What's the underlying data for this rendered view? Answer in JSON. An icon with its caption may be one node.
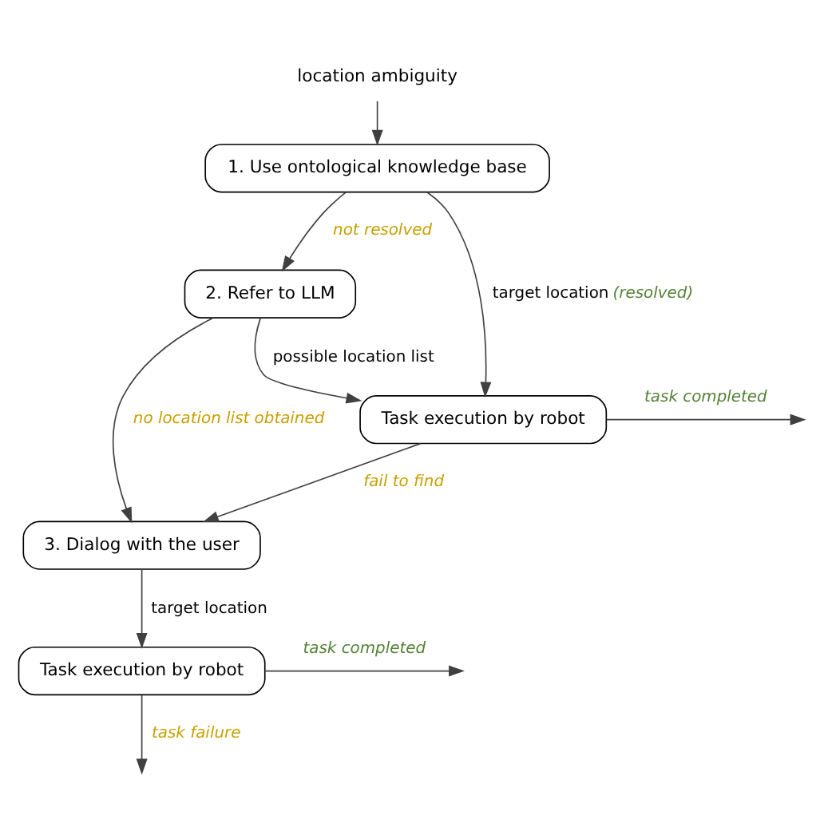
{
  "diagram": {
    "nodes": [
      {
        "text": [
          "location ambiguity"
        ]
      },
      {
        "text": [
          "1. Use ontological knowledge base"
        ]
      },
      {
        "text": [
          "2. Refer to LLM"
        ]
      },
      {
        "text": [
          "Task execution by robot"
        ]
      },
      {
        "text": [
          "3. Dialog with the user"
        ]
      },
      {
        "text": [
          "Task execution by robot"
        ]
      }
    ],
    "edges": [
      {
        "from": 0,
        "to": 1,
        "arrow": "to"
      },
      {
        "from": 1,
        "to": 3,
        "arrow": "to",
        "label": "target location *(resolved)*"
      },
      {
        "from": 1,
        "to": 2,
        "arrow": "to",
        "label": "not resolved"
      },
      {
        "from": 2,
        "to": 3,
        "arrow": "to",
        "label": "possible location list"
      },
      {
        "from": 3,
        "to": null,
        "arrow": "to",
        "label": "task completed"
      },
      {
        "from": 3,
        "to": 4,
        "arrow": "to",
        "label": "fail to find"
      },
      {
        "from": 2,
        "to": 4,
        "arrow": "to",
        "label": "no location list obtained"
      },
      {
        "from": 4,
        "to": 5,
        "arrow": "to",
        "label": "target location"
      },
      {
        "from": 5,
        "to": null,
        "arrow": "to",
        "label": "task completed"
      },
      {
        "from": 5,
        "to": null,
        "arrow": "to",
        "label": "task failure"
      }
    ]
  }
}
